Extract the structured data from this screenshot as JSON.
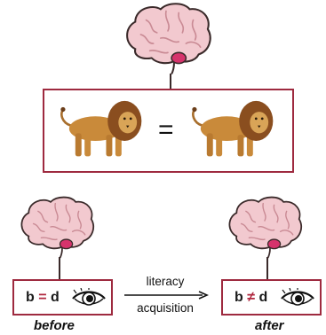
{
  "diagram": {
    "top_panel": {
      "equality_symbol": "="
    },
    "before": {
      "left": "b",
      "operator": "=",
      "right": "d",
      "caption": "before"
    },
    "after": {
      "left": "b",
      "operator": "≠",
      "right": "d",
      "caption": "after"
    },
    "transition": {
      "line1": "literacy",
      "line2": "acquisition"
    },
    "colors": {
      "accent": "#9e2a3f",
      "brain": "#f2c9cf",
      "brain_region": "#d6336c",
      "lion": "#c98a3a"
    },
    "icons": [
      "brain-icon",
      "lion-icon",
      "eye-icon",
      "arrow-right-icon"
    ]
  }
}
